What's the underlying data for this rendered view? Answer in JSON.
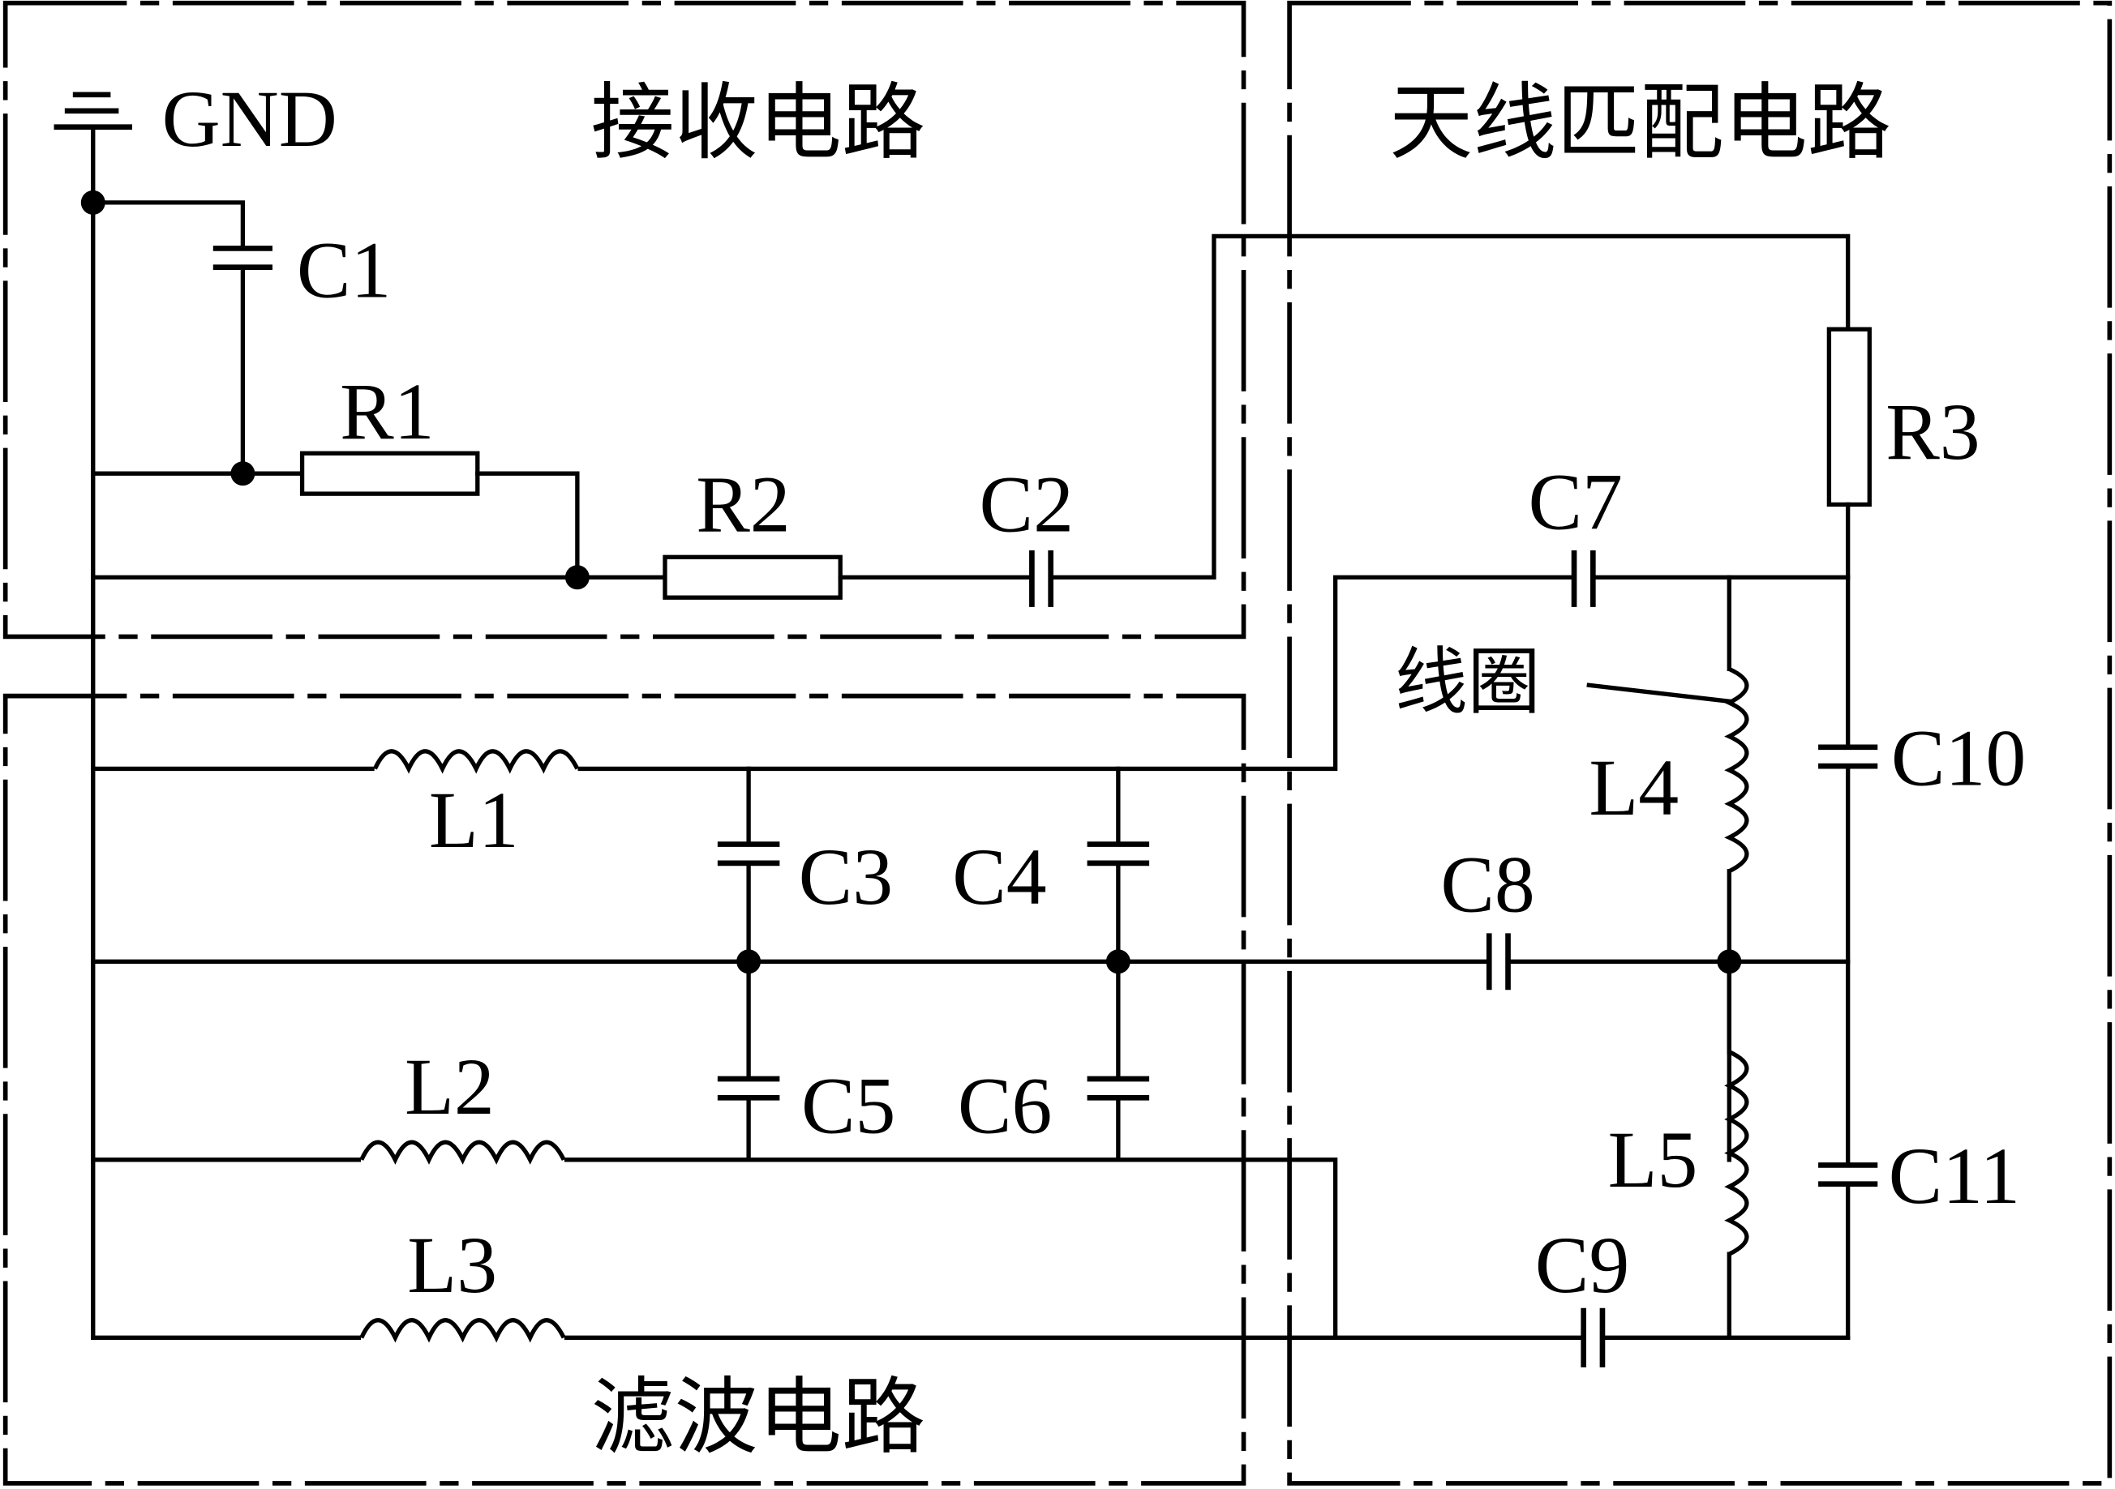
{
  "sections": {
    "receive": "接收电路",
    "filter": "滤波电路",
    "antenna": "天线匹配电路"
  },
  "ground_label": "GND",
  "coil_label": "线圈",
  "components": {
    "C1": "C1",
    "C2": "C2",
    "C3": "C3",
    "C4": "C4",
    "C5": "C5",
    "C6": "C6",
    "C7": "C7",
    "C8": "C8",
    "C9": "C9",
    "C10": "C10",
    "C11": "C11",
    "R1": "R1",
    "R2": "R2",
    "R3": "R3",
    "L1": "L1",
    "L2": "L2",
    "L3": "L3",
    "L4": "L4",
    "L5": "L5"
  }
}
